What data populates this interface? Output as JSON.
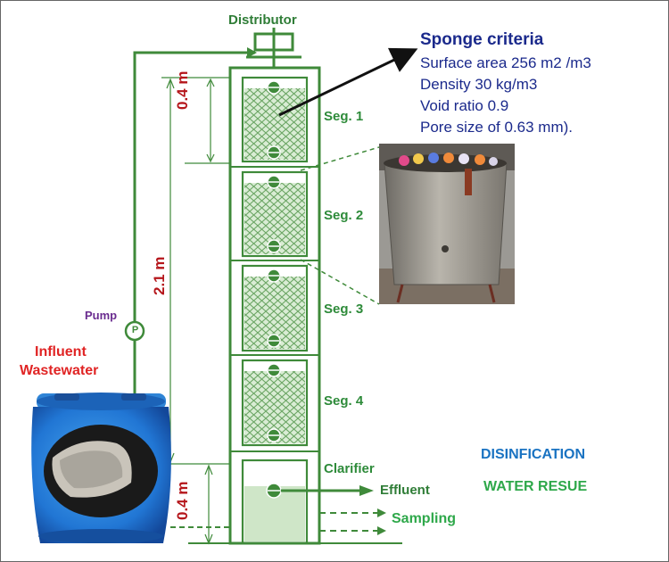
{
  "labels": {
    "distributor": "Distributor",
    "segments": [
      "Seg. 1",
      "Seg. 2",
      "Seg. 3",
      "Seg. 4"
    ],
    "clarifier": "Clarifier",
    "effluent": "Effluent",
    "sampling": "Sampling",
    "pump": "Pump",
    "pump_symbol": "P",
    "influent_line1": "Influent",
    "influent_line2": "Wastewater",
    "dim_seg": "0.4 m",
    "dim_total": "2.1 m",
    "dim_bottom": "0.4 m",
    "disinfection": "DISINFICATION",
    "water_reuse": "WATER RESUE"
  },
  "sponge_criteria": {
    "title": "Sponge criteria",
    "lines": [
      "Surface area 256 m2 /m3",
      "Density 30 kg/m3",
      "Void ratio 0.9",
      "Pore size of 0.63 mm)."
    ]
  },
  "colors": {
    "structure_green": "#3f8a3a",
    "title_blue": "#1b2a8c",
    "dimension_red": "#b5161b",
    "influent_red": "#e02424",
    "pump_purple": "#6a2c8f",
    "disinfection_blue": "#1a73c2",
    "reuse_green": "#2ea84a"
  }
}
